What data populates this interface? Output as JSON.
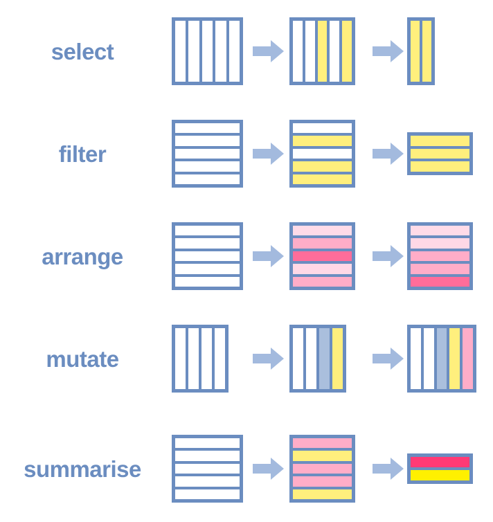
{
  "title": "dplyr verbs diagram",
  "palette": {
    "frame_blue": "#6b8dc0",
    "arrow_blue": "#a3bade",
    "label_blue": "#6b8dc0",
    "white": "#ffffff",
    "yellow_soft": "#ffef7d",
    "yellow_bright": "#fff000",
    "blue_col": "#aabfdd",
    "pink_col": "#ffadc8",
    "pink_lightest": "#ffdbe8",
    "pink_light": "#ffd0e0",
    "pink_mid": "#ffadc8",
    "pink_hot": "#ff6d9a",
    "pink_crimson": "#ff3a75"
  },
  "arrow_icon": "right-arrow-icon",
  "rows": [
    {
      "label": "select",
      "orientation": "columns",
      "stages": [
        {
          "name": "input-table",
          "count": 5,
          "width": 103,
          "height": 98,
          "cells": [
            "#ffffff",
            "#ffffff",
            "#ffffff",
            "#ffffff",
            "#ffffff"
          ]
        },
        {
          "name": "highlighted-table",
          "count": 5,
          "width": 95,
          "height": 98,
          "cells": [
            "#ffffff",
            "#ffffff",
            "#ffef7d",
            "#ffffff",
            "#ffef7d"
          ]
        },
        {
          "name": "result-table",
          "count": 2,
          "width": 40,
          "height": 98,
          "cells": [
            "#ffef7d",
            "#ffef7d"
          ]
        }
      ]
    },
    {
      "label": "filter",
      "orientation": "rows",
      "stages": [
        {
          "name": "input-table",
          "count": 5,
          "width": 103,
          "height": 98,
          "cells": [
            "#ffffff",
            "#ffffff",
            "#ffffff",
            "#ffffff",
            "#ffffff"
          ]
        },
        {
          "name": "highlighted-table",
          "count": 5,
          "width": 95,
          "height": 98,
          "cells": [
            "#ffffff",
            "#ffef7d",
            "#ffffff",
            "#ffef7d",
            "#ffef7d"
          ]
        },
        {
          "name": "result-table",
          "count": 3,
          "width": 95,
          "height": 62,
          "cells": [
            "#ffef7d",
            "#ffef7d",
            "#ffef7d"
          ]
        }
      ]
    },
    {
      "label": "arrange",
      "orientation": "rows",
      "stages": [
        {
          "name": "input-table",
          "count": 5,
          "width": 103,
          "height": 98,
          "cells": [
            "#ffffff",
            "#ffffff",
            "#ffffff",
            "#ffffff",
            "#ffffff"
          ]
        },
        {
          "name": "highlighted-table",
          "count": 5,
          "width": 95,
          "height": 98,
          "cells": [
            "#ffdbe8",
            "#ffadc8",
            "#ff6d9a",
            "#ffd8e6",
            "#ffadc8"
          ]
        },
        {
          "name": "result-table",
          "count": 5,
          "width": 95,
          "height": 98,
          "cells": [
            "#ffdbe8",
            "#ffd8e6",
            "#ffadc8",
            "#ffadc8",
            "#ff6d9a"
          ]
        }
      ]
    },
    {
      "label": "mutate",
      "orientation": "columns",
      "stages": [
        {
          "name": "input-table",
          "count": 4,
          "width": 82,
          "height": 98,
          "cells": [
            "#ffffff",
            "#ffffff",
            "#ffffff",
            "#ffffff"
          ]
        },
        {
          "name": "highlighted-table",
          "count": 4,
          "width": 82,
          "height": 98,
          "cells": [
            "#ffffff",
            "#ffffff",
            "#aabfdd",
            "#ffef7d"
          ]
        },
        {
          "name": "result-table",
          "count": 5,
          "width": 100,
          "height": 98,
          "cells": [
            "#ffffff",
            "#ffffff",
            "#aabfdd",
            "#ffef7d",
            "#ffadc8"
          ]
        }
      ]
    },
    {
      "label": "summarise",
      "orientation": "rows",
      "stages": [
        {
          "name": "input-table",
          "count": 5,
          "width": 103,
          "height": 98,
          "cells": [
            "#ffffff",
            "#ffffff",
            "#ffffff",
            "#ffffff",
            "#ffffff"
          ]
        },
        {
          "name": "highlighted-table",
          "count": 5,
          "width": 95,
          "height": 98,
          "cells": [
            "#ffadc8",
            "#ffef7d",
            "#ffadc8",
            "#ffadc8",
            "#ffef7d"
          ]
        },
        {
          "name": "result-table",
          "count": 2,
          "width": 95,
          "height": 44,
          "cells": [
            "#ff3a75",
            "#fff000"
          ]
        }
      ]
    }
  ]
}
